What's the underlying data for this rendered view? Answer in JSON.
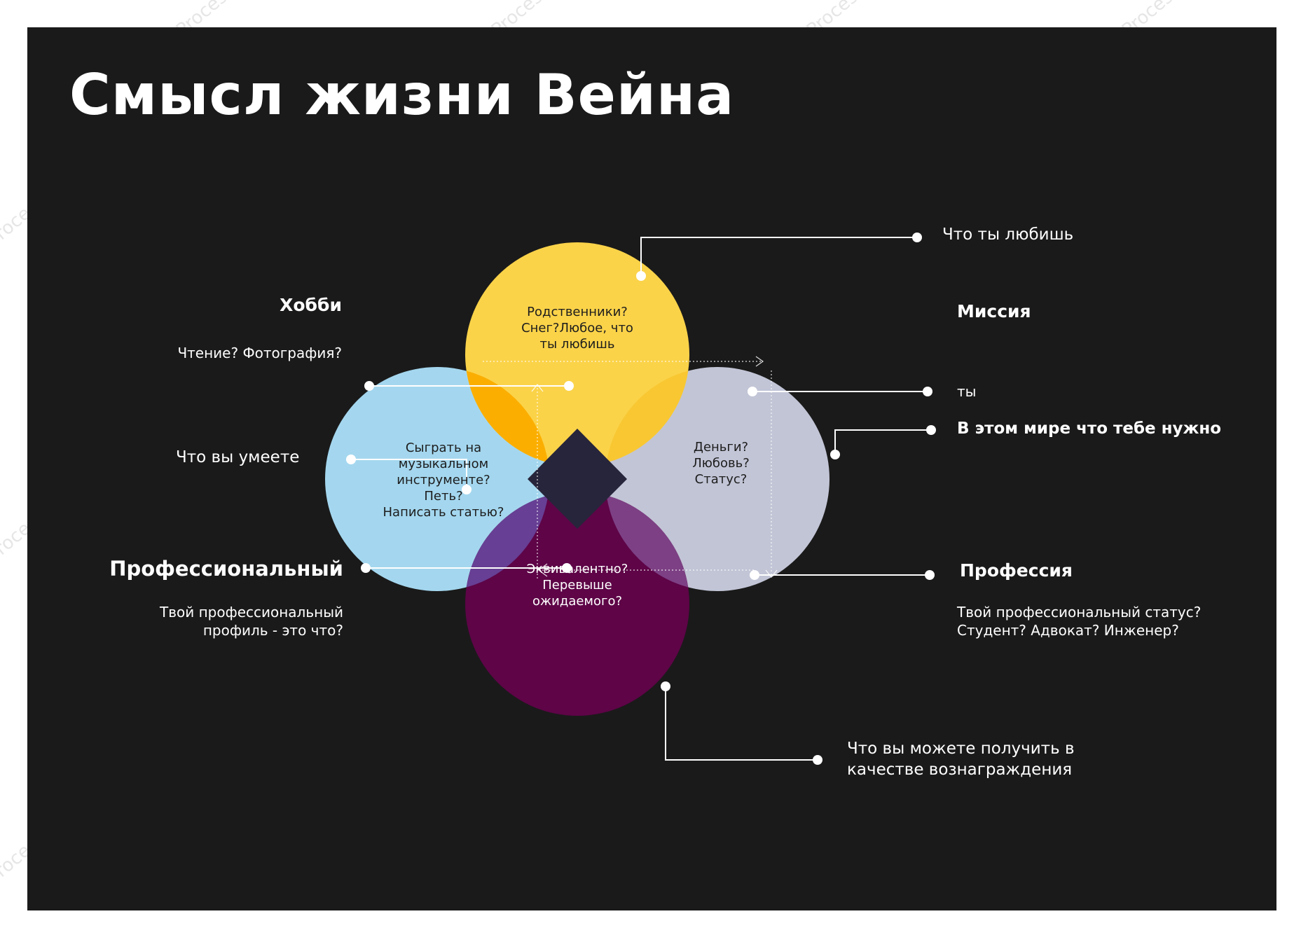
{
  "title": "Смысл жизни Вейна",
  "watermark": "Processon",
  "colors": {
    "background": "#1a1a1a",
    "love": "#fbd349",
    "skill": "#a4d7ef",
    "need": "#c2c5d6",
    "paid": "#5e0447",
    "passion": "#fbae00",
    "mission": "#f8c732",
    "profession": "#673f94",
    "vocation": "#7d4084",
    "center": "#27253b"
  },
  "circles": {
    "love": {
      "label": "Что ты любишь",
      "inner_lines": [
        "Родственники?",
        "Снег?Любое, что",
        "ты любишь"
      ]
    },
    "skill": {
      "label": "Что вы умеете",
      "inner_lines": [
        "Сыграть на",
        "музыкальном",
        "инструменте?",
        "Петь?",
        "Написать статью?"
      ]
    },
    "need": {
      "label": "В этом мире что тебе нужно",
      "inner_lines": [
        "Деньги?",
        "Любовь?",
        "Статус?"
      ]
    },
    "paid": {
      "label_lines": [
        "Что вы можете получить в",
        "качестве вознаграждения"
      ],
      "inner_lines": [
        "Эквивалентно?",
        "Перевыше",
        "ожидаемого?"
      ]
    }
  },
  "intersections": {
    "hobby": {
      "title": "Хобби",
      "desc": "Чтение? Фотография?"
    },
    "mission": {
      "title": "Миссия",
      "desc": "ты"
    },
    "professional": {
      "title": "Профессиональный",
      "desc_lines": [
        "Твой профессиональный",
        "профиль - это что?"
      ]
    },
    "profession": {
      "title": "Профессия",
      "desc_lines": [
        "Твой профессиональный статус?",
        "Студент? Адвокат? Инженер?"
      ]
    }
  }
}
